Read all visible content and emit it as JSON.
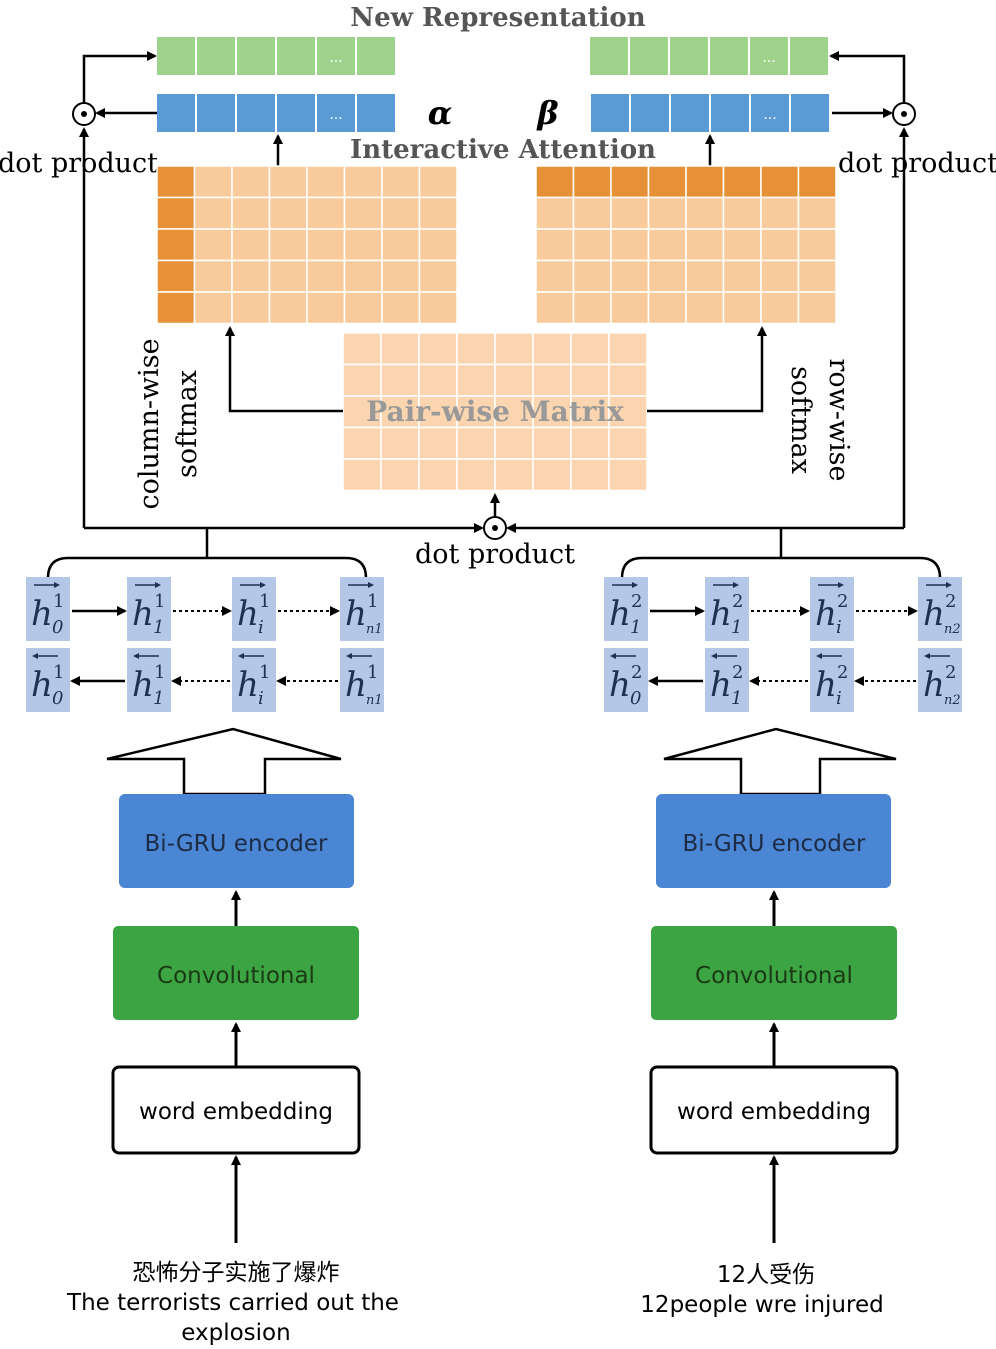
{
  "labels": {
    "new_representation": "New Representation",
    "interactive_attention": "Interactive Attention",
    "alpha": "α",
    "beta": "β",
    "dot_product": "dot product",
    "pairwise_matrix": "Pair-wise Matrix",
    "column_wise": "column-wise",
    "row_wise": "row-wise",
    "softmax": "softmax",
    "dots": "..."
  },
  "encoders": {
    "bigru": "Bi-GRU encoder",
    "conv": "Convolutional",
    "embedding": "word embedding"
  },
  "inputs": {
    "left_zh": "恐怖分子实施了爆炸",
    "left_en_1": "The terrorists carried out the",
    "left_en_2": "explosion",
    "right_zh": "12人受伤",
    "right_en": "12people wre injured"
  },
  "hidden_states": {
    "left": {
      "forward": [
        {
          "base": "h",
          "sup": "1",
          "sub": "0"
        },
        {
          "base": "h",
          "sup": "1",
          "sub": "1"
        },
        {
          "base": "h",
          "sup": "1",
          "sub": "i"
        },
        {
          "base": "h",
          "sup": "1",
          "sub": "n1"
        }
      ],
      "backward": [
        {
          "base": "h",
          "sup": "1",
          "sub": "0"
        },
        {
          "base": "h",
          "sup": "1",
          "sub": "1"
        },
        {
          "base": "h",
          "sup": "1",
          "sub": "i"
        },
        {
          "base": "h",
          "sup": "1",
          "sub": "n1"
        }
      ]
    },
    "right": {
      "forward": [
        {
          "base": "h",
          "sup": "2",
          "sub": "1"
        },
        {
          "base": "h",
          "sup": "2",
          "sub": "1"
        },
        {
          "base": "h",
          "sup": "2",
          "sub": "i"
        },
        {
          "base": "h",
          "sup": "2",
          "sub": "n2"
        }
      ],
      "backward": [
        {
          "base": "h",
          "sup": "2",
          "sub": "0"
        },
        {
          "base": "h",
          "sup": "2",
          "sub": "1"
        },
        {
          "base": "h",
          "sup": "2",
          "sub": "i"
        },
        {
          "base": "h",
          "sup": "2",
          "sub": "n2"
        }
      ]
    }
  },
  "colors": {
    "green_cell": "#9fd38b",
    "blue_cell": "#5b9bd5",
    "orange_light": "#f9cb9c",
    "orange_dark": "#e69138",
    "pair_fill": "#fbd5b0",
    "hidden_fill": "#b4c7e7",
    "bigru_fill": "#4a86d4",
    "conv_fill": "#3ca443",
    "line": "#000000"
  }
}
